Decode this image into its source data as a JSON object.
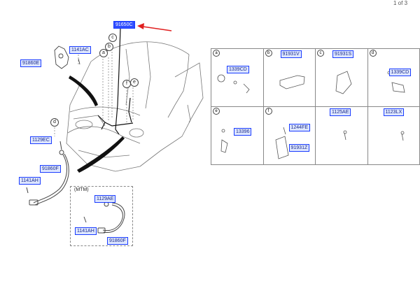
{
  "page": {
    "number": "1 of 3"
  },
  "colors": {
    "hotspot_border": "#1a3cff",
    "hotspot_fill": "#dde6ff",
    "arrow": "#e02020"
  },
  "diagram": {
    "hotspots": [
      {
        "id": "h1",
        "label": "91650C",
        "active": true
      },
      {
        "id": "h2",
        "label": "1141AC"
      },
      {
        "id": "h3",
        "label": "91860E"
      },
      {
        "id": "h4",
        "label": "1129EC"
      },
      {
        "id": "h5",
        "label": "91860F"
      },
      {
        "id": "h6",
        "label": "1141AH"
      },
      {
        "id": "h7",
        "label": "1129AE"
      },
      {
        "id": "h8",
        "label": "1141AH"
      },
      {
        "id": "h9",
        "label": "91860F"
      }
    ],
    "callouts": [
      "a",
      "b",
      "c",
      "f",
      "e",
      "d"
    ],
    "mtm_label": "(MTM)"
  },
  "parts_table": {
    "cells": [
      {
        "letter": "a",
        "codes": [
          "1339CD"
        ]
      },
      {
        "letter": "b",
        "codes": [
          "91931V"
        ]
      },
      {
        "letter": "c",
        "codes": [
          "91931S"
        ]
      },
      {
        "letter": "d",
        "codes": [
          "1339CD"
        ]
      },
      {
        "letter": "e",
        "codes": [
          "13396"
        ]
      },
      {
        "letter": "f",
        "codes": [
          "1244FE",
          "91931Z"
        ]
      },
      {
        "letter": "",
        "codes": [
          "1125AE"
        ]
      },
      {
        "letter": "",
        "codes": [
          "1123LX"
        ]
      }
    ]
  }
}
